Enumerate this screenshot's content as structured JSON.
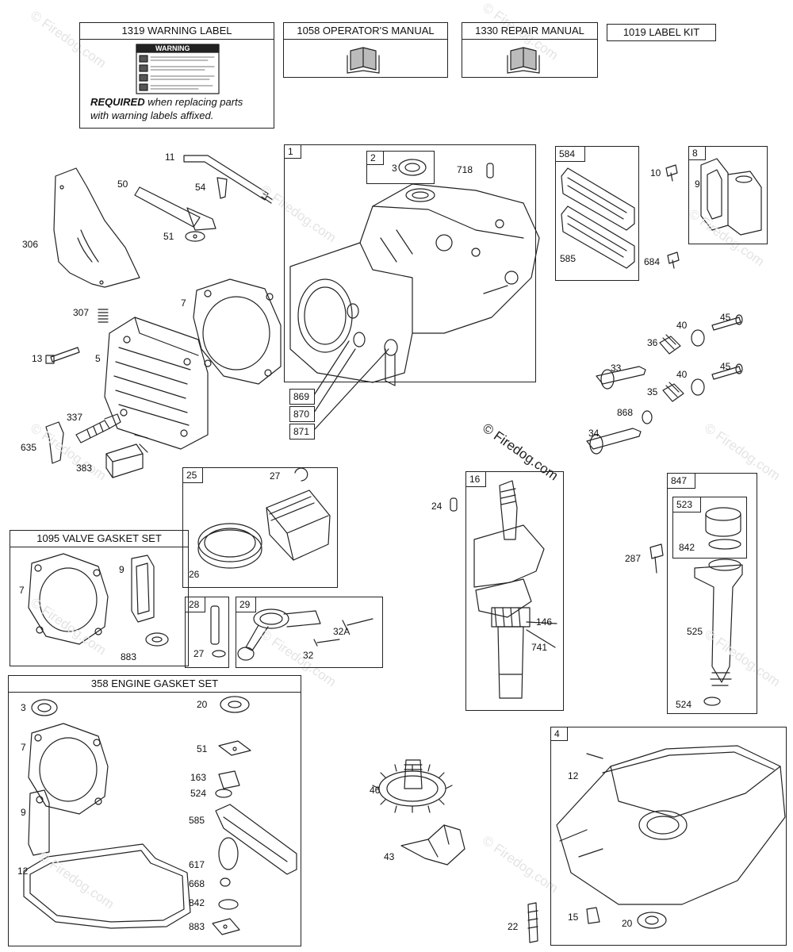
{
  "watermark_text": "© Firedog.com",
  "copyright_text": "© Firedog.com",
  "headers": {
    "warning_label": "1319 WARNING LABEL",
    "operators_manual": "1058 OPERATOR'S MANUAL",
    "repair_manual": "1330 REPAIR MANUAL",
    "label_kit": "1019 LABEL KIT",
    "valve_gasket_set": "1095 VALVE GASKET SET",
    "engine_gasket_set": "358 ENGINE GASKET SET"
  },
  "warning_sticker": {
    "title": "WARNING"
  },
  "required_note": {
    "bold": "REQUIRED",
    "rest": " when replacing parts",
    "line2": "with warning labels affixed."
  },
  "group_tags": {
    "g1": "1",
    "g2": "2",
    "g584": "584",
    "g8": "8",
    "g25": "25",
    "g28": "28",
    "g29": "29",
    "g16": "16",
    "g847": "847",
    "g523": "523",
    "g4": "4"
  },
  "callouts": {
    "c869": "869",
    "c870": "870",
    "c871": "871"
  },
  "labels": {
    "p11": "11",
    "p50": "50",
    "p54": "54",
    "p51": "51",
    "p306": "306",
    "p307": "307",
    "p13": "13",
    "p5": "5",
    "p7": "7",
    "p337": "337",
    "p635": "635",
    "p383": "383",
    "p3": "3",
    "p718": "718",
    "p10": "10",
    "p9": "9",
    "p585": "585",
    "p684": "684",
    "p45a": "45",
    "p40a": "40",
    "p36": "36",
    "p33": "33",
    "p40b": "40",
    "p45b": "45",
    "p35": "35",
    "p868": "868",
    "p34": "34",
    "p27a": "27",
    "p26": "26",
    "p24": "24",
    "p146": "146",
    "p741": "741",
    "p287": "287",
    "p842": "842",
    "p525": "525",
    "p524": "524",
    "p27b": "27",
    "p32A": "32A",
    "p32": "32",
    "v7": "7",
    "v9": "9",
    "v883": "883",
    "e3": "3",
    "e20": "20",
    "e7": "7",
    "e51": "51",
    "e163": "163",
    "e524": "524",
    "e9": "9",
    "e585": "585",
    "e12": "12",
    "e617": "617",
    "e668": "668",
    "e842": "842",
    "e883": "883",
    "p46": "46",
    "p43": "43",
    "p22": "22",
    "p12": "12",
    "p15": "15",
    "p20": "20"
  }
}
